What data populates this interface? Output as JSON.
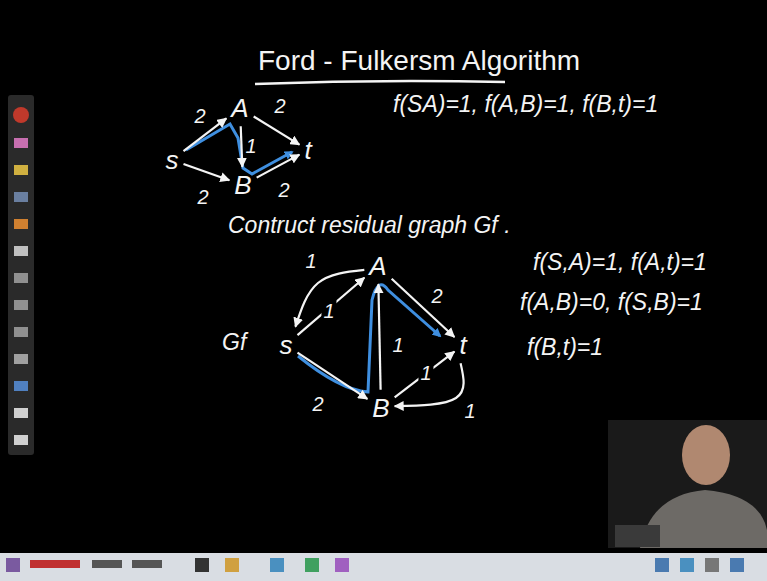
{
  "diagram": {
    "title": "Ford - Fulkersm Algorithm",
    "nodes": [
      {
        "text": [
          "s"
        ]
      },
      {
        "text": [
          "A"
        ]
      },
      {
        "text": [
          "B"
        ]
      },
      {
        "text": [
          "t"
        ]
      },
      {
        "text": [
          "s"
        ]
      },
      {
        "text": [
          "A"
        ]
      },
      {
        "text": [
          "B"
        ]
      },
      {
        "text": [
          "t"
        ]
      }
    ],
    "edges": [
      {
        "from": 0,
        "to": 1,
        "label": "2",
        "arrow": "to"
      },
      {
        "from": 1,
        "to": 3,
        "label": "2",
        "arrow": "to"
      },
      {
        "from": 1,
        "to": 2,
        "label": "1",
        "arrow": "to"
      },
      {
        "from": 0,
        "to": 2,
        "label": "2",
        "arrow": "to"
      },
      {
        "from": 2,
        "to": 3,
        "label": "2",
        "arrow": "to"
      },
      {
        "from": 5,
        "to": 4,
        "label": "1",
        "arrow": "to"
      },
      {
        "from": 4,
        "to": 5,
        "label": "1",
        "arrow": "to"
      },
      {
        "from": 5,
        "to": 7,
        "label": "2",
        "arrow": "to"
      },
      {
        "from": 6,
        "to": 5,
        "label": "1",
        "arrow": "to"
      },
      {
        "from": 4,
        "to": 6,
        "label": "2",
        "arrow": "to"
      },
      {
        "from": 6,
        "to": 7,
        "label": "1",
        "arrow": "to"
      },
      {
        "from": 7,
        "to": 6,
        "label": "1",
        "arrow": "to"
      }
    ],
    "labels": [
      "f(SA)=1, f(A,B)=1, f(B,t)=1",
      "Contruct residual graph Gf .",
      "Gf",
      "f(S,A)=1, f(A,t)=1",
      "f(A,B)=0, f(S,B)=1",
      "f(B,t)=1"
    ]
  }
}
